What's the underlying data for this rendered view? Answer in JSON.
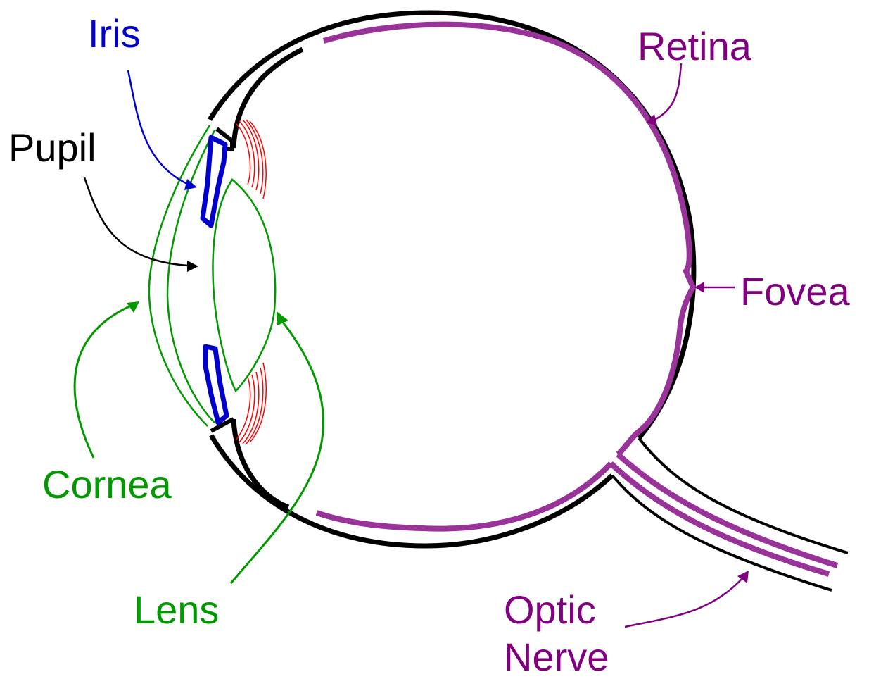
{
  "labels": {
    "iris": "Iris",
    "retina": "Retina",
    "pupil": "Pupil",
    "fovea": "Fovea",
    "cornea": "Cornea",
    "lens": "Lens",
    "optic_line1": "Optic",
    "optic_line2": "Nerve"
  },
  "colors": {
    "outline": "#000000",
    "retina": "#993399",
    "iris": "#0000cc",
    "cornea": "#009900",
    "lens": "#009900",
    "ciliary": "#ff0000",
    "label_iris": "#0000cc",
    "label_pupil": "#000000",
    "label_retina": "#800080",
    "label_green": "#009900"
  }
}
